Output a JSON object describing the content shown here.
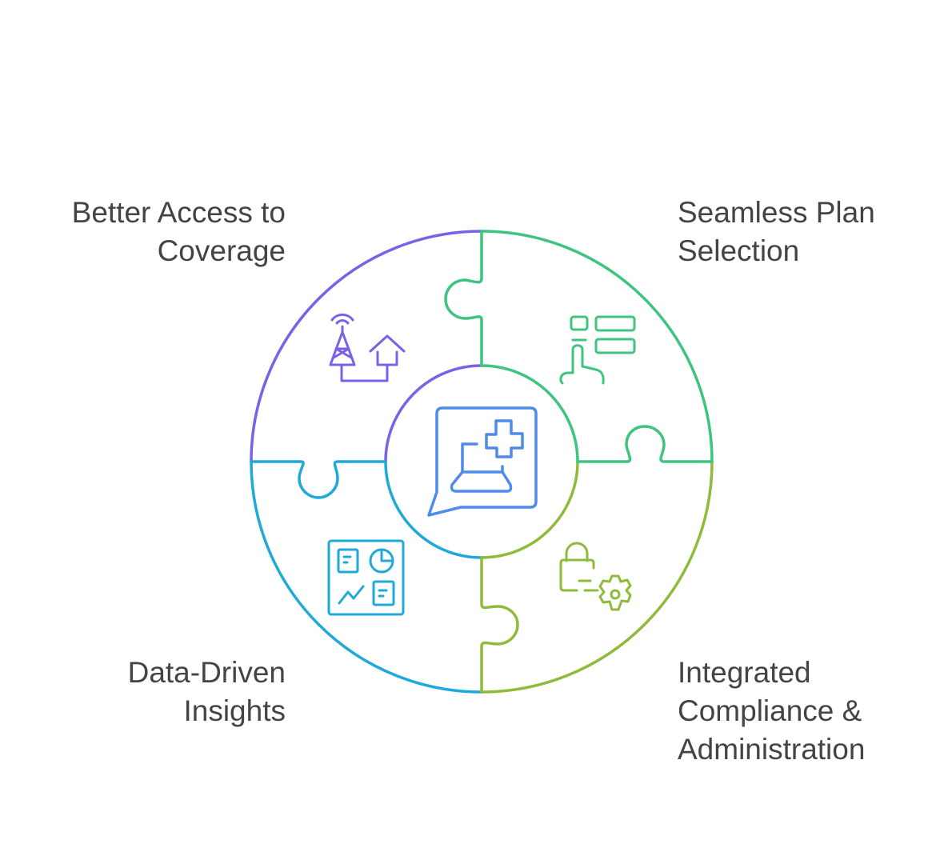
{
  "center": {
    "icon": "laptop-medical-chat-icon",
    "color": "#4f8be8"
  },
  "segments": [
    {
      "id": "top-left",
      "label_lines": [
        "Better Access to",
        "Coverage"
      ],
      "icon": "tower-house-signal-icon",
      "color": "#7b61e8"
    },
    {
      "id": "top-right",
      "label_lines": [
        "Seamless Plan",
        "Selection"
      ],
      "icon": "hand-select-list-icon",
      "color": "#3dc47e"
    },
    {
      "id": "bottom-right",
      "label_lines": [
        "Integrated",
        "Compliance &",
        "Administration"
      ],
      "icon": "lock-gear-icon",
      "color": "#8fbb3a"
    },
    {
      "id": "bottom-left",
      "label_lines": [
        "Data-Driven",
        "Insights"
      ],
      "icon": "dashboard-analytics-icon",
      "color": "#1eaad9"
    }
  ]
}
